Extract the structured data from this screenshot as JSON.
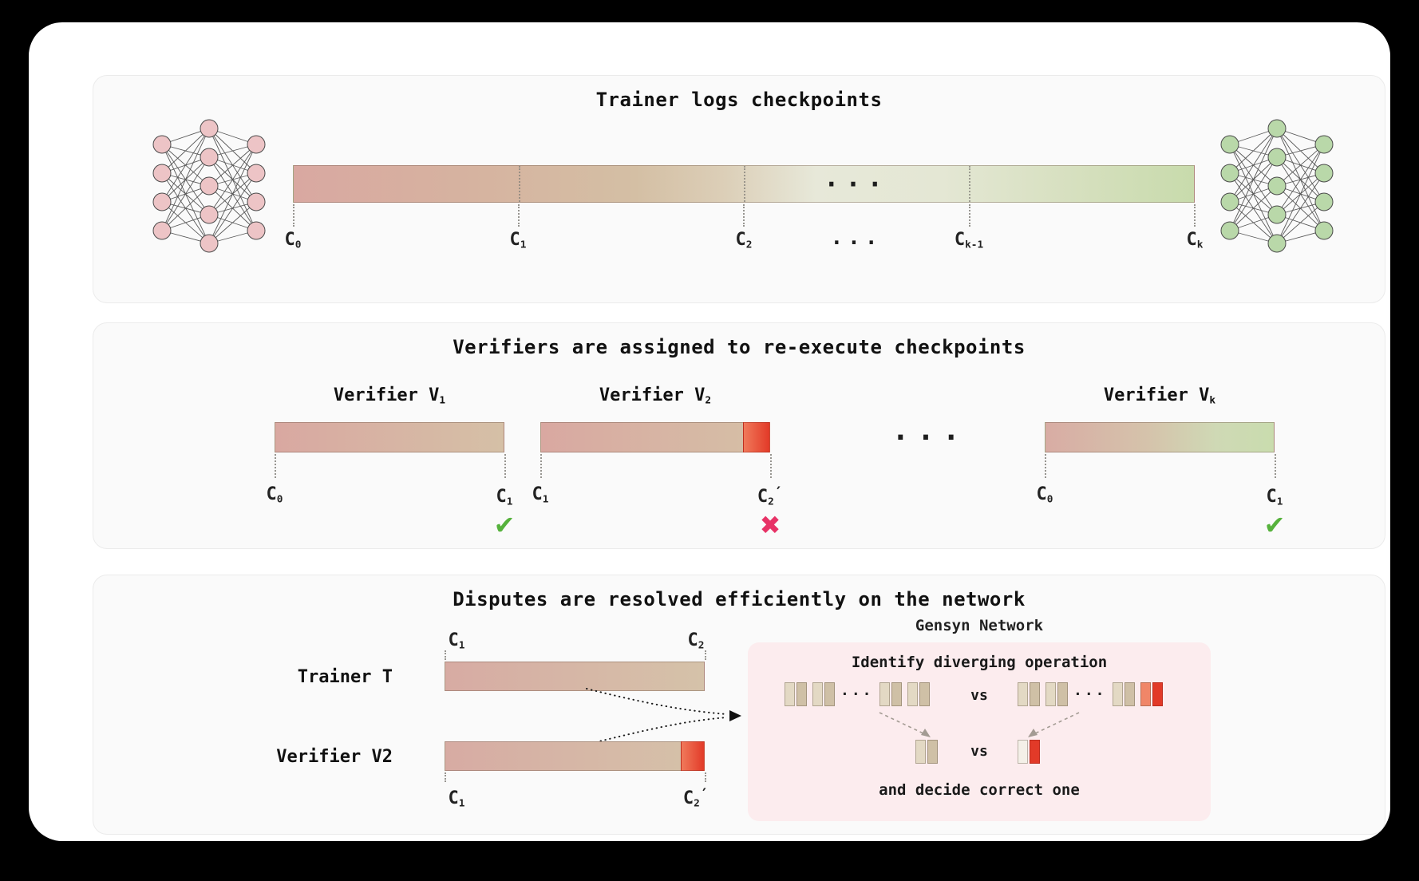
{
  "colors": {
    "background": "#000000",
    "card": "#ffffff",
    "panel": "#fafafa",
    "bar_pink": "#d9a8a1",
    "bar_tan": "#d5c1a7",
    "bar_pale": "#e7e8d9",
    "bar_green": "#c8dbac",
    "error_red": "#e23a28",
    "check_green": "#56b23c",
    "cross_pink": "#e73266",
    "network_box_pink": "#fcecee"
  },
  "panel_trainer": {
    "title": "Trainer logs checkpoints",
    "bar_dots": "...",
    "axis_dots": "...",
    "c0": {
      "b": "C",
      "s": "0"
    },
    "c1": {
      "b": "C",
      "s": "1"
    },
    "c2": {
      "b": "C",
      "s": "2"
    },
    "ck1": {
      "b": "C",
      "s": "k-1"
    },
    "ck": {
      "b": "C",
      "s": "k"
    }
  },
  "panel_verifiers": {
    "title": "Verifiers are assigned to re-execute checkpoints",
    "dots": "...",
    "v1": {
      "name": "Verifier V",
      "name_sub": "1",
      "start": {
        "b": "C",
        "s": "0"
      },
      "end": {
        "b": "C",
        "s": "1",
        "p": ""
      },
      "mark": "✔"
    },
    "v2": {
      "name": "Verifier V",
      "name_sub": "2",
      "start": {
        "b": "C",
        "s": "1"
      },
      "end": {
        "b": "C",
        "s": "2",
        "p": "′"
      },
      "mark": "✖"
    },
    "vk": {
      "name": "Verifier V",
      "name_sub": "k",
      "start": {
        "b": "C",
        "s": "0"
      },
      "end": {
        "b": "C",
        "s": "1",
        "p": ""
      },
      "mark": "✔"
    }
  },
  "panel_disputes": {
    "title": "Disputes are resolved efficiently on the network",
    "trainer_label": "Trainer T",
    "verifier_label": "Verifier V2",
    "t_start": {
      "b": "C",
      "s": "1",
      "p": ""
    },
    "t_end": {
      "b": "C",
      "s": "2",
      "p": ""
    },
    "v_start": {
      "b": "C",
      "s": "1",
      "p": ""
    },
    "v_end": {
      "b": "C",
      "s": "2",
      "p": "′"
    },
    "network": {
      "title": "Gensyn Network",
      "heading": "Identify diverging operation",
      "vs_top": "vs",
      "vs_bottom": "vs",
      "dots_left": "...",
      "dots_right": "...",
      "footer": "and decide correct one"
    }
  }
}
